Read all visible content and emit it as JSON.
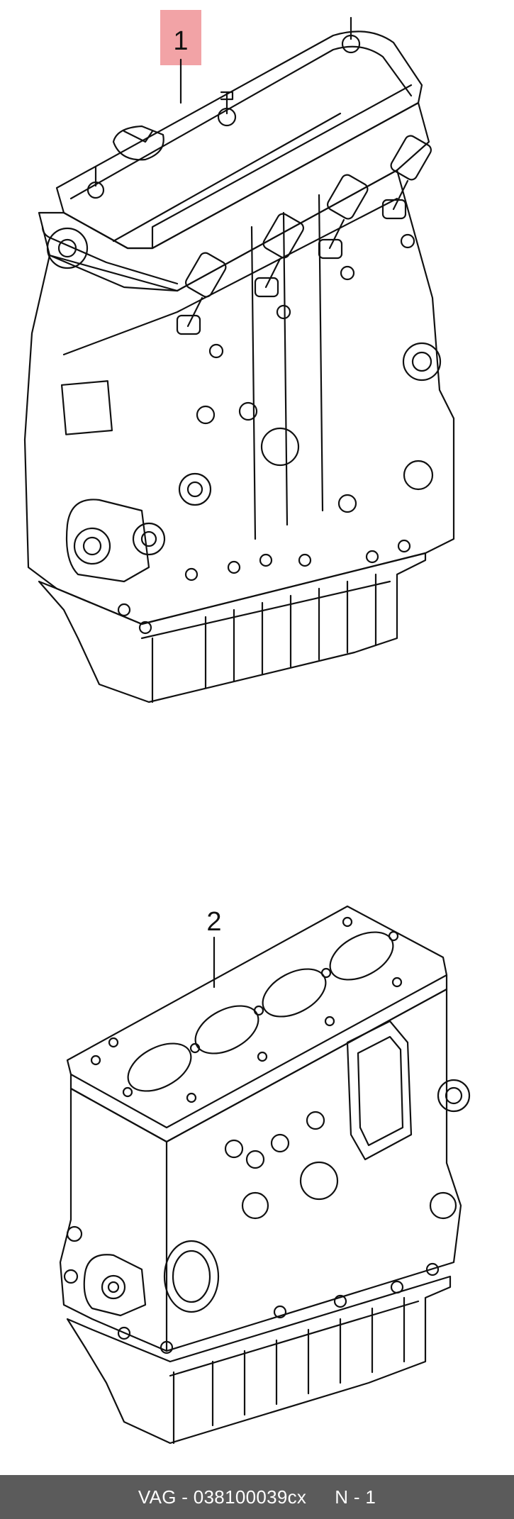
{
  "diagram": {
    "callouts": [
      {
        "label": "1",
        "highlighted": true,
        "highlight_color": "#f2a3a6"
      },
      {
        "label": "2",
        "highlighted": false
      }
    ]
  },
  "footer": {
    "part_ref": "VAG - 038100039cx",
    "page_ref": "N - 1",
    "background": "#5b5b5b"
  }
}
